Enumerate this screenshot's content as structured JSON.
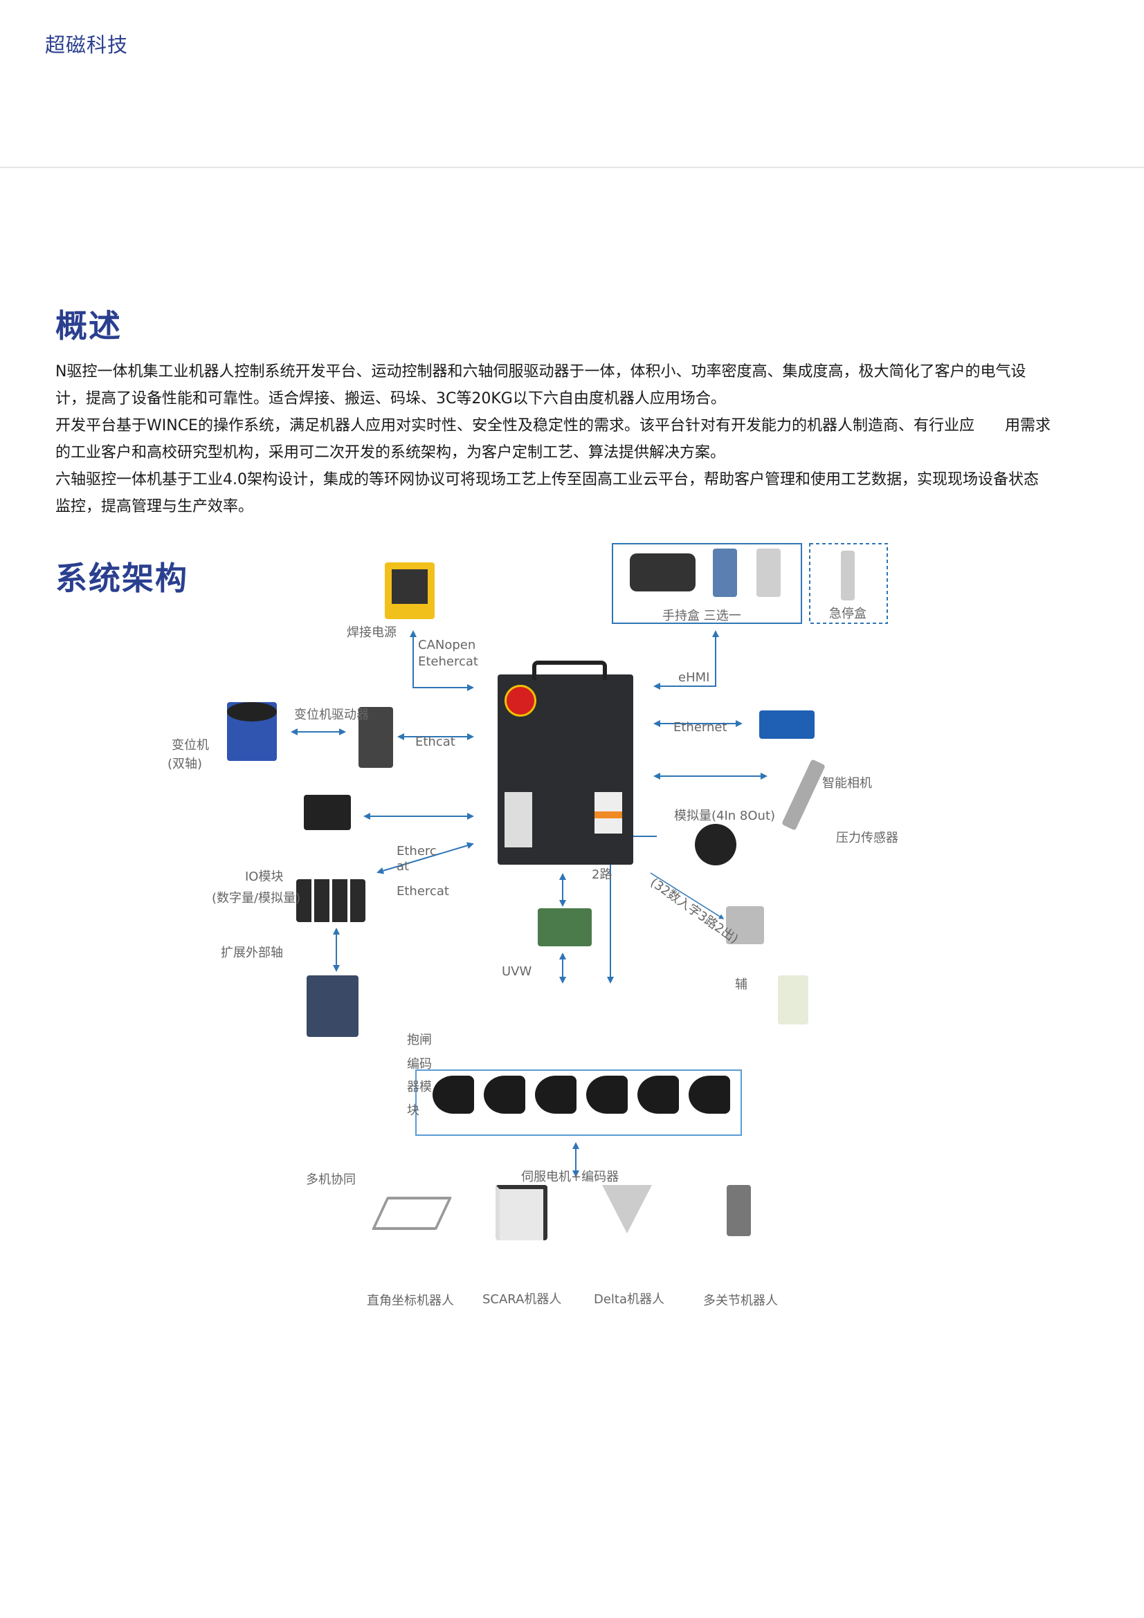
{
  "header": {
    "brand": "超磁科技"
  },
  "overview": {
    "title": "概述",
    "paragraphs": [
      "N驱控一体机集工业机器人控制系统开发平台、运动控制器和六轴伺服驱动器于一体，体积小、功率密度高、集成度高，极大简化了客户的电气设计，提高了设备性能和可靠性。适合焊接、搬运、码垛、3C等20KG以下六自由度机器人应用场合。",
      "开发平台基于WINCE的操作系统，满足机器人应用对实时性、安全性及稳定性的需求。该平台针对有开发能力的机器人制造商、有行业应　　用需求的工业客户和高校研究型机构，采用可二次开发的系统架构，为客户定制工艺、算法提供解决方案。",
      "六轴驱控一体机基于工业4.0架构设计，集成的等环网协议可将现场工艺上传至固高工业云平台，帮助客户管理和使用工艺数据，实现现场设备状态监控，提高管理与生产效率。"
    ]
  },
  "architecture": {
    "title": "系统架构",
    "labels": {
      "welding_power": "焊接电源",
      "canopen": "CANopen",
      "etehercat": "Etehercat",
      "handheld": "手持盒 三选一",
      "estop": "急停盒",
      "ehmi": "eHMI",
      "positioner_driver": "变位机驱动器",
      "positioner": "变位机",
      "dual_axis": "(双轴)",
      "ethcat": "Ethcat",
      "ethernet": "Ethernet",
      "smart_camera": "智能相机",
      "pressure_sensor": "压力传感器",
      "analog": "模拟量(4In 8Out)",
      "etherc": "Etherc",
      "at": "at",
      "ethercat": "Ethercat",
      "io_module": "IO模块",
      "io_types": "(数字量/模拟量)",
      "ext_axis": "扩展外部轴",
      "two_way": "2路",
      "uvw": "UVW",
      "digital_io": "(32数入字3路2出)",
      "aux": "辅",
      "brake": "抱闸",
      "enc1": "编码",
      "enc2": "器模",
      "enc3": "块",
      "servo": "伺服电机+编码器",
      "multi": "多机协同"
    },
    "robots": [
      "直角坐标机器人",
      "SCARA机器人",
      "Delta机器人",
      "多关节机器人"
    ]
  },
  "colors": {
    "brand": "#2a3f8f",
    "arrow": "#2e75b6",
    "label": "#666666"
  }
}
